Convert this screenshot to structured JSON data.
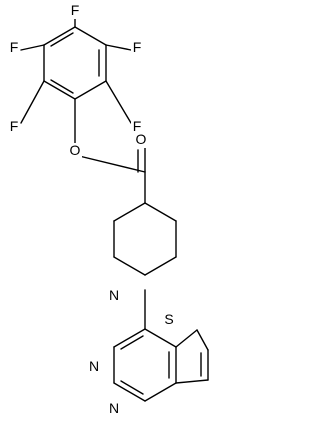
{
  "molecule": {
    "atoms": {
      "f_top": "F",
      "f_upper_left": "F",
      "f_upper_right": "F",
      "f_lower_left": "F",
      "f_lower_right": "F",
      "o_ester": "O",
      "o_carbonyl": "O",
      "n_piperidine": "N",
      "s_thiophene": "S",
      "n_pyrimidine_left": "N",
      "n_pyrimidine_bottom": "N"
    }
  },
  "colors": {
    "bond": "#000000",
    "label": "#000000",
    "background": "#ffffff"
  }
}
